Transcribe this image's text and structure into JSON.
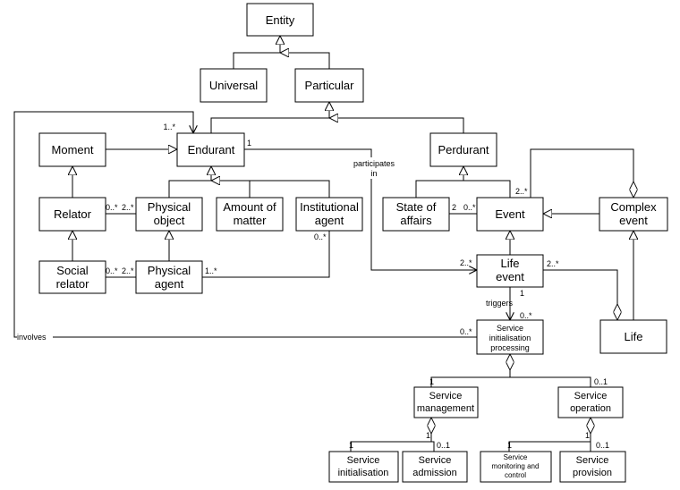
{
  "classes": {
    "entity": "Entity",
    "universal": "Universal",
    "particular": "Particular",
    "moment": "Moment",
    "endurant": "Endurant",
    "perdurant": "Perdurant",
    "relator": "Relator",
    "physical_object": [
      "Physical",
      "object"
    ],
    "amount_of_matter": [
      "Amount of",
      "matter"
    ],
    "institutional_agent": [
      "Institutional",
      "agent"
    ],
    "state_of_affairs": [
      "State of",
      "affairs"
    ],
    "event": "Event",
    "complex_event": [
      "Complex",
      "event"
    ],
    "social_relator": [
      "Social",
      "relator"
    ],
    "physical_agent": [
      "Physical",
      "agent"
    ],
    "life_event": [
      "Life",
      "event"
    ],
    "life": "Life",
    "service_initialisation_processing": [
      "Service",
      "initialisation",
      "processing"
    ],
    "service_management": [
      "Service",
      "management"
    ],
    "service_operation": [
      "Service",
      "operation"
    ],
    "service_initialisation": [
      "Service",
      "initialisation"
    ],
    "service_admission": [
      "Service",
      "admission"
    ],
    "service_monitoring_and_control": [
      "Service",
      "monitoring and",
      "control"
    ],
    "service_provision": [
      "Service",
      "provision"
    ]
  },
  "associations": {
    "participates_in": [
      "participates",
      "in"
    ],
    "triggers": "triggers",
    "involves": "involves"
  },
  "multiplicities": {
    "endurant_involves": "1..*",
    "endurant_participates": "1",
    "relator_mediates": "0..*",
    "physical_object_mediated": "2..*",
    "social_relator_mediates": "0..*",
    "physical_agent_mediated": "2..*",
    "physical_agent_side": "1..*",
    "institutional_agent_side": "0..*",
    "state_of_affairs_side": "2",
    "event_state_side": "0..*",
    "event_composes": "2..*",
    "life_event_participates": "2..*",
    "life_event_composes": "2..*",
    "life_event_triggers": "1",
    "sip_triggered": "0..*",
    "sip_involves": "0..*",
    "sm_part": "1",
    "so_part": "0..1",
    "si_part": "1",
    "sa_part": "0..1",
    "smc_part": "1",
    "sp_part": "0..1"
  }
}
